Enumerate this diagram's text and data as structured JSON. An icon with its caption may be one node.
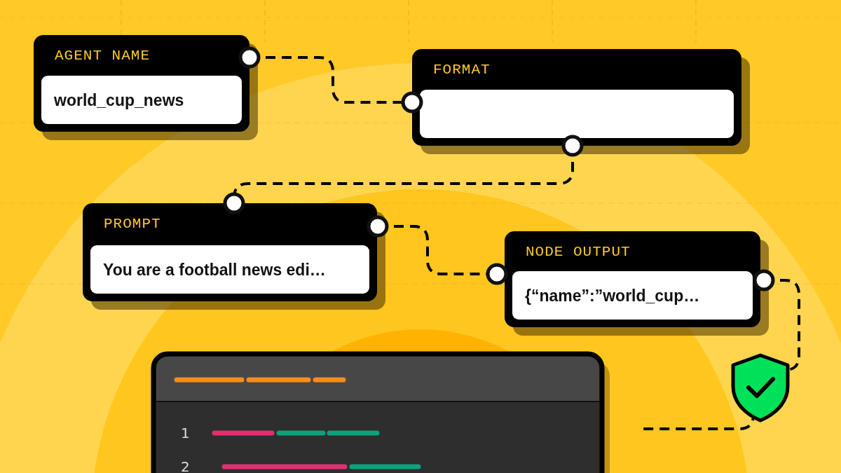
{
  "diagram": {
    "nodes": [
      {
        "text": [
          "AGENT NAME",
          "world_cup_news"
        ]
      },
      {
        "text": [
          "FORMAT"
        ]
      },
      {
        "text": [
          "PROMPT",
          "You are a football news edi…"
        ]
      },
      {
        "text": [
          "NODE OUTPUT",
          "{“name”:”world_cup…"
        ]
      },
      {
        "text": [],
        "shape": "picture"
      }
    ],
    "edges": [
      {
        "from": 0,
        "to": 1,
        "arrow": "none",
        "style": "dashed"
      },
      {
        "from": 1,
        "to": 2,
        "arrow": "none",
        "style": "dashed"
      },
      {
        "from": 2,
        "to": 3,
        "arrow": "none",
        "style": "dashed"
      },
      {
        "from": 3,
        "to": 4,
        "arrow": "none",
        "style": "dashed"
      },
      {
        "from": 4,
        "to": null,
        "arrow": "none",
        "style": "dashed"
      }
    ],
    "labels": [
      "1",
      "2"
    ]
  }
}
